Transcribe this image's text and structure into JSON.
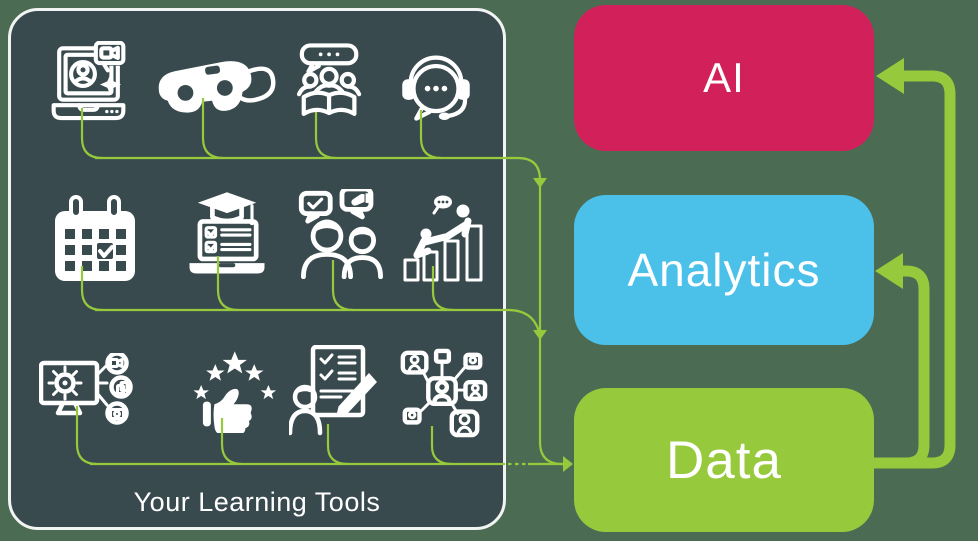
{
  "page": {
    "background_color": "#4C6B53"
  },
  "panel": {
    "label": "Your Learning Tools",
    "bg_color": "#394A4E",
    "border_color": "#F2F4F3",
    "icon_color": "#FFFFFF",
    "icons": [
      {
        "name": "video-call-laptop-icon"
      },
      {
        "name": "vr-headset-icon"
      },
      {
        "name": "classroom-audience-icon"
      },
      {
        "name": "support-headset-icon"
      },
      {
        "name": "calendar-check-icon"
      },
      {
        "name": "elearning-laptop-icon"
      },
      {
        "name": "discussion-group-icon"
      },
      {
        "name": "mentoring-growth-icon"
      },
      {
        "name": "content-creation-icon"
      },
      {
        "name": "feedback-stars-icon"
      },
      {
        "name": "assessment-checklist-icon"
      },
      {
        "name": "people-network-icon"
      }
    ]
  },
  "flow": {
    "line_color": "#96C93C",
    "label_color": "#FFFFFF",
    "nodes": [
      {
        "label": "AI",
        "color": "#D2215A"
      },
      {
        "label": "Analytics",
        "color": "#4BC0E9"
      },
      {
        "label": "Data",
        "color": "#96C93C"
      }
    ]
  }
}
